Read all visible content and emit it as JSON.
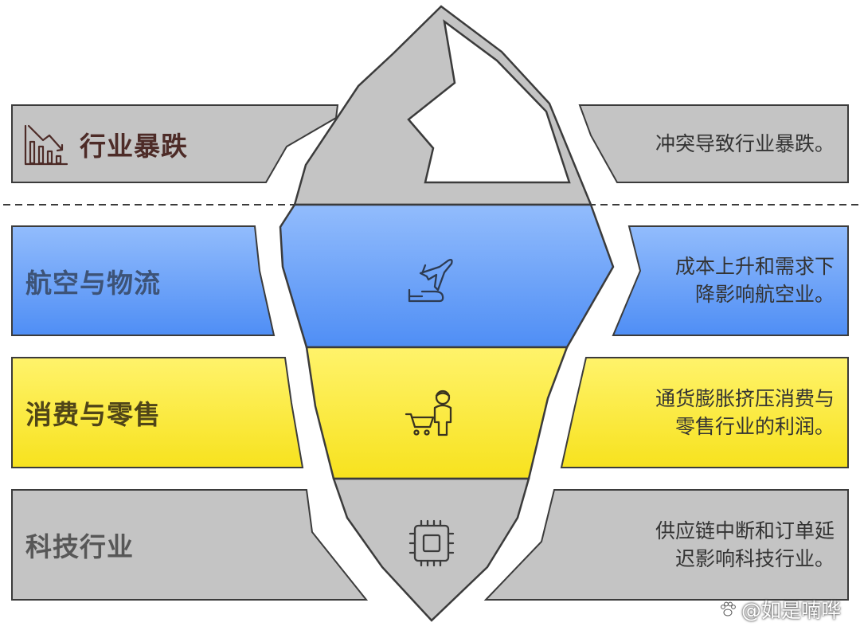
{
  "colors": {
    "gray_fill": "#c4c4c4",
    "stroke": "#3b3b3b",
    "blue_top": "#92bcfc",
    "blue_bottom": "#4f8ef5",
    "yellow_top": "#fff36b",
    "yellow_bottom": "#f7e21e",
    "label_dark": "#4d2b27",
    "label_blue": "#3d5377",
    "label_yellow": "#4f4518",
    "label_gray": "#575757"
  },
  "levels": [
    {
      "id": "industry-crash",
      "title": "行业暴跌",
      "icon": "declining-bar-chart-icon",
      "description": [
        "冲突导致行业暴跌。"
      ]
    },
    {
      "id": "aviation-logistics",
      "title": "航空与物流",
      "icon": "airplane-icon",
      "description": [
        "成本上升和需求下",
        "降影响航空业。"
      ]
    },
    {
      "id": "consumer-retail",
      "title": "消费与零售",
      "icon": "shopper-cart-icon",
      "description": [
        "通货膨胀挤压消费与",
        "零售行业的利润。"
      ]
    },
    {
      "id": "tech-industry",
      "title": "科技行业",
      "icon": "microchip-icon",
      "description": [
        "供应链中断和订单延",
        "迟影响科技行业。"
      ]
    }
  ],
  "watermark": "@如是喃哗"
}
